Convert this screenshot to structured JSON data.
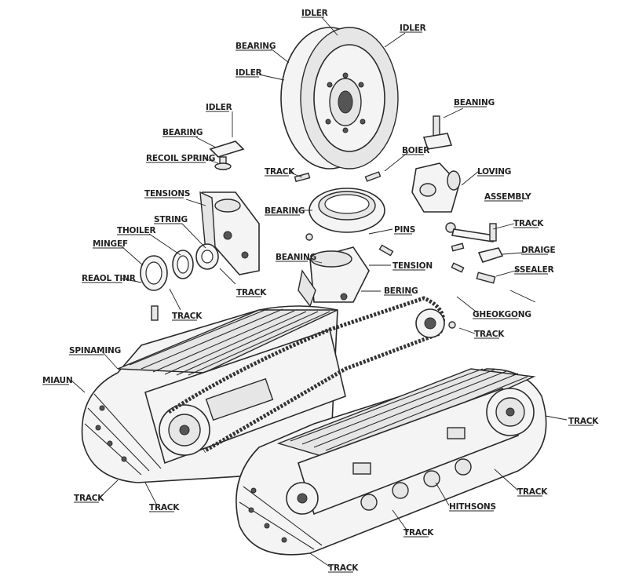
{
  "labels": {
    "idler_top": "IDLER",
    "idler_right": "IDLER",
    "bearing_top": "BEARING",
    "idler_left": "IDLER",
    "beaning_right": "BEANING",
    "idler_small": "IDLER",
    "bearing_small": "BEARING",
    "recoil_spring": "RECOIL SPRING",
    "boier": "BOIER",
    "track_bolt": "TRACK",
    "loving": "LOVING",
    "tensions": "TENSIONS",
    "assembly": "ASSEMBLY",
    "bearing_mid": "BEARING",
    "string": "STRING",
    "track_right1": "TRACK",
    "thoiler": "THOILER",
    "pins": "PINS",
    "mingef": "MINGEF",
    "draige": "DRAIGE",
    "beaning_mid": "BEANING",
    "tension": "TENSION",
    "sealer": "SSEALER",
    "reaol_tinr": "REAOL TINR",
    "track_mid": "TRACK",
    "bering": "BERING",
    "track_left": "TRACK",
    "gheokgong": "GHEOKGONG",
    "track_right2": "TRACK",
    "spinaming": "SPINAMING",
    "miaun": "MIAUN",
    "track_far_right": "TRACK",
    "track_bl": "TRACK",
    "track_bl2": "TRACK",
    "track_br": "TRACK",
    "hithsons": "HITHSONS",
    "track_bottom": "TRACK",
    "track_bottom2": "TRACK"
  }
}
